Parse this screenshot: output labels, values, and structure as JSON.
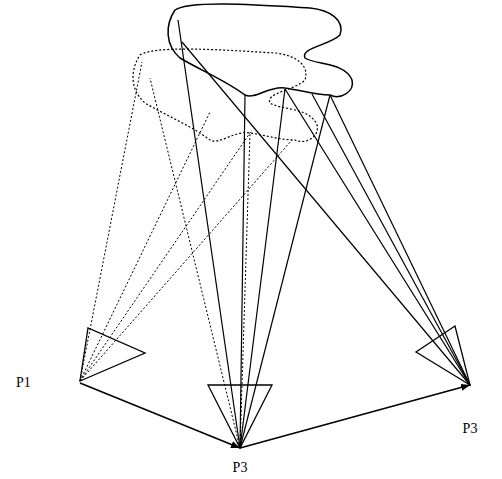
{
  "diagram": {
    "nodes": [
      {
        "text": [
          "P1"
        ]
      },
      {
        "text": [
          "P3"
        ]
      },
      {
        "text": [
          "P3"
        ]
      }
    ],
    "edges": [
      {
        "from": 0,
        "to": 1,
        "arrow": "to"
      },
      {
        "from": 1,
        "to": 2,
        "arrow": "to"
      }
    ]
  }
}
